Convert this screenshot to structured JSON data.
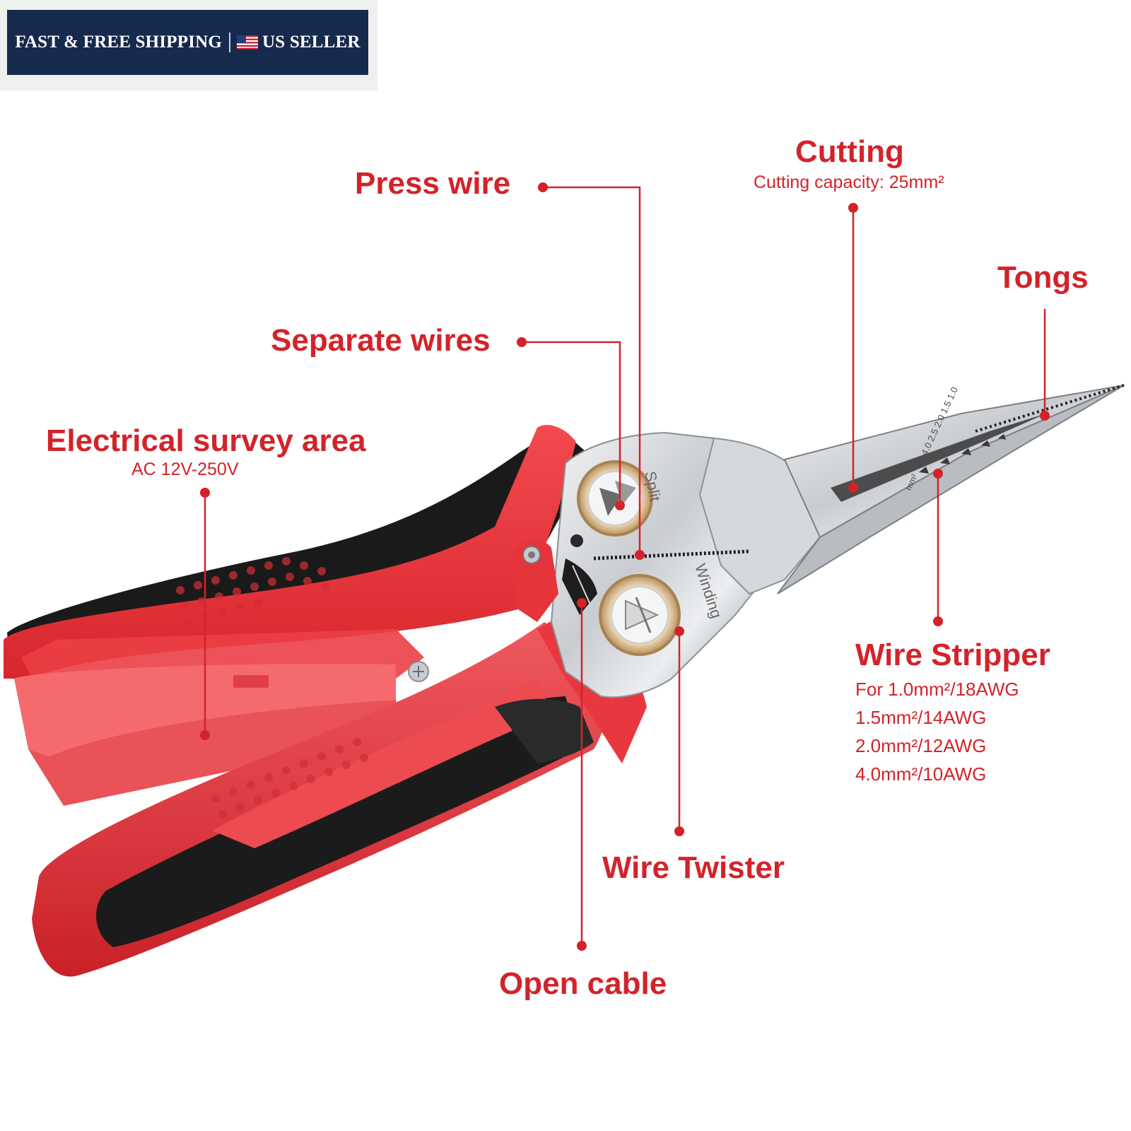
{
  "banner": {
    "left_text": "FAST & FREE SHIPPING",
    "right_text": "US SELLER",
    "flag_icon": "us-flag-icon",
    "background_color": "#162a4d"
  },
  "accent_color": "#d3232a",
  "callouts": {
    "press_wire": "Press wire",
    "cutting": "Cutting",
    "cutting_capacity": "Cutting capacity: 25mm²",
    "tongs": "Tongs",
    "separate_wires": "Separate wires",
    "electrical_survey": "Electrical survey area",
    "electrical_voltage": "AC 12V-250V",
    "wire_stripper": "Wire Stripper",
    "wire_stripper_specs": [
      "For 1.0mm²/18AWG",
      "1.5mm²/14AWG",
      "2.0mm²/12AWG",
      "4.0mm²/10AWG"
    ],
    "wire_twister": "Wire Twister",
    "open_cable": "Open cable"
  },
  "tool_markings": {
    "split": "Split",
    "winding": "Winding",
    "gauges": [
      "1.0",
      "1.5",
      "2.0",
      "2.5",
      "4.0"
    ],
    "unit": "mm²"
  }
}
